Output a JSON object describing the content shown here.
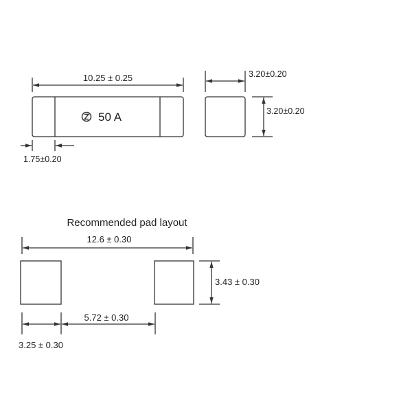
{
  "fuse": {
    "length_dim": "10.25 ± 0.25",
    "marking_symbol": "Z",
    "rating": "50 A",
    "cap_dim": "1.75±0.20",
    "end_width_dim": "3.20±0.20",
    "end_height_dim": "3.20±0.20"
  },
  "pad_layout": {
    "title": "Recommended pad layout",
    "overall_dim": "12.6 ± 0.30",
    "pad_height_dim": "3.43 ± 0.30",
    "gap_dim": "5.72 ± 0.30",
    "pad_width_dim": "3.25 ± 0.30"
  },
  "colors": {
    "line": "#333333",
    "fill": "#ffffff"
  }
}
